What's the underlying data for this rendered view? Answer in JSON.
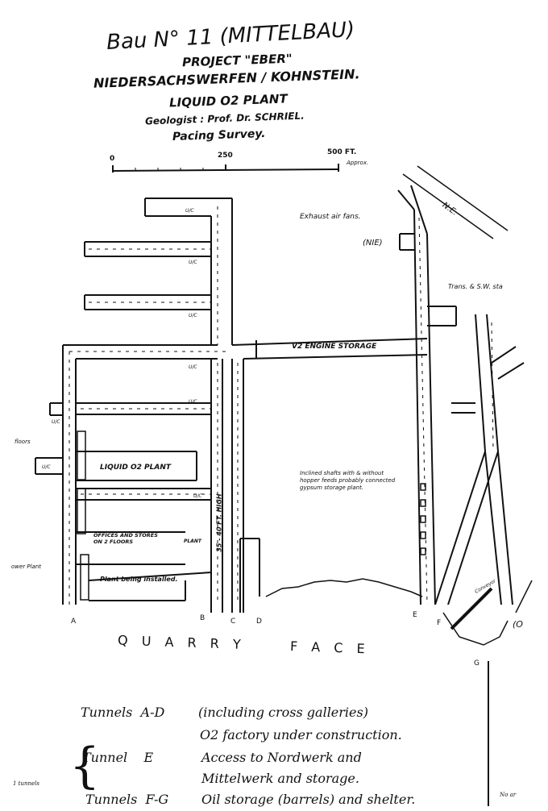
{
  "title": {
    "line1": "Bau N° 11 (MITTELBAU)",
    "line2": "PROJECT \"EBER\"",
    "line3": "NIEDERSACHSWERFEN / KOHNSTEIN.",
    "line4": "LIQUID O2 PLANT",
    "line5": "Geologist : Prof. Dr. SCHRIEL.",
    "line6": "Pacing Survey."
  },
  "scale": {
    "start": "0",
    "mid": "250",
    "end": "500 FT.",
    "note": "Approx."
  },
  "labels": {
    "road": "N.E.",
    "exhaust": "Exhaust air fans.",
    "nie": "(NIE)",
    "trans": "Trans. & S.W. sta",
    "v2": "V2 ENGINE STORAGE",
    "liquid": "LIQUID O2 PLANT",
    "offices": "OFFICES AND STORES ON 2 FLOORS",
    "plant": "PLANT",
    "installed": "Plant being installed.",
    "high": "35 - 40 FT. HIGH",
    "inclined": "Inclined shafts with & without hopper feeds probably connected gypsum storage plant.",
    "floors": "floors",
    "power": "ower Plant",
    "quarry": "Q U A R R Y     F A C E",
    "uc": "U/C",
    "tunnel_a": "A",
    "tunnel_b": "B",
    "tunnel_c": "C",
    "tunnel_d": "D",
    "tunnel_e": "E",
    "tunnel_f": "F",
    "tunnel_g": "G",
    "o_cut": "(O",
    "conveyor": "Conveyor",
    "left_note": "1 tunnels",
    "right_note": "No ar"
  },
  "legend": [
    {
      "name": "Tunnels  A-D",
      "desc": "(including cross galleries)"
    },
    {
      "name": "",
      "desc": "O2 factory under construction."
    },
    {
      "name": "Tunnel    E",
      "desc": "Access to Nordwerk and"
    },
    {
      "name": "",
      "desc": "Mittelwerk and storage."
    },
    {
      "name": "Tunnels  F-G",
      "desc": "Oil storage (barrels) and shelter."
    }
  ]
}
